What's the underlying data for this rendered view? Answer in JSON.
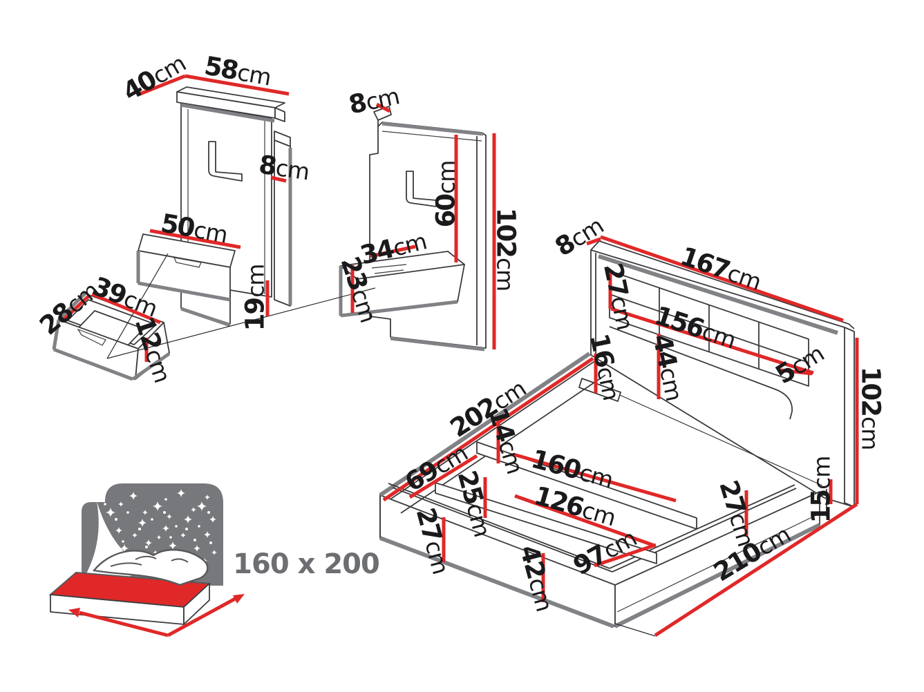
{
  "colors": {
    "dimension_red": "#e02828",
    "edge_gray": "#808285",
    "line_dark": "#3b3b3e",
    "label_ink": "#1a1a1c",
    "size_text_gray": "#6d6e71",
    "icon_gray": "#77787b"
  },
  "dims": {
    "p1_depth": {
      "value": "40",
      "unit": "cm"
    },
    "p1_width": {
      "value": "58",
      "unit": "cm"
    },
    "p1_side": {
      "value": "8",
      "unit": "cm"
    },
    "p1_shelf": {
      "value": "50",
      "unit": "cm"
    },
    "p1_base": {
      "value": "19",
      "unit": "cm"
    },
    "dr_depth": {
      "value": "28",
      "unit": "cm"
    },
    "dr_width": {
      "value": "39",
      "unit": "cm"
    },
    "dr_height": {
      "value": "12",
      "unit": "cm"
    },
    "p2_top": {
      "value": "8",
      "unit": "cm"
    },
    "p2_upper": {
      "value": "60",
      "unit": "cm"
    },
    "p2_height": {
      "value": "102",
      "unit": "cm"
    },
    "p2_shelf": {
      "value": "34",
      "unit": "cm"
    },
    "p2_night": {
      "value": "23",
      "unit": "cm"
    },
    "bed_hb_side": {
      "value": "8",
      "unit": "cm"
    },
    "bed_hb_width": {
      "value": "167",
      "unit": "cm"
    },
    "bed_hb_cushion": {
      "value": "27",
      "unit": "cm"
    },
    "bed_hb_inner": {
      "value": "156",
      "unit": "cm"
    },
    "bed_hb_mid": {
      "value": "44",
      "unit": "cm"
    },
    "bed_hb_shelf": {
      "value": "5",
      "unit": "cm"
    },
    "bed_ledge": {
      "value": "16",
      "unit": "cm"
    },
    "bed_hb_height": {
      "value": "102",
      "unit": "cm"
    },
    "bed_length": {
      "value": "202",
      "unit": "cm"
    },
    "bed_bar": {
      "value": "14",
      "unit": "cm"
    },
    "bed_corner": {
      "value": "69",
      "unit": "cm"
    },
    "bed_inner_width": {
      "value": "160",
      "unit": "cm"
    },
    "bed_partition": {
      "value": "25",
      "unit": "cm"
    },
    "bed_storage": {
      "value": "126",
      "unit": "cm"
    },
    "bed_side_h": {
      "value": "27",
      "unit": "cm"
    },
    "bed_storage2": {
      "value": "97",
      "unit": "cm"
    },
    "bed_front_h": {
      "value": "42",
      "unit": "cm"
    },
    "bed_rail": {
      "value": "27",
      "unit": "cm"
    },
    "bed_plinth": {
      "value": "15",
      "unit": "cm"
    },
    "bed_total": {
      "value": "210",
      "unit": "cm"
    }
  },
  "mattress_size": {
    "label": "160 x 200"
  }
}
